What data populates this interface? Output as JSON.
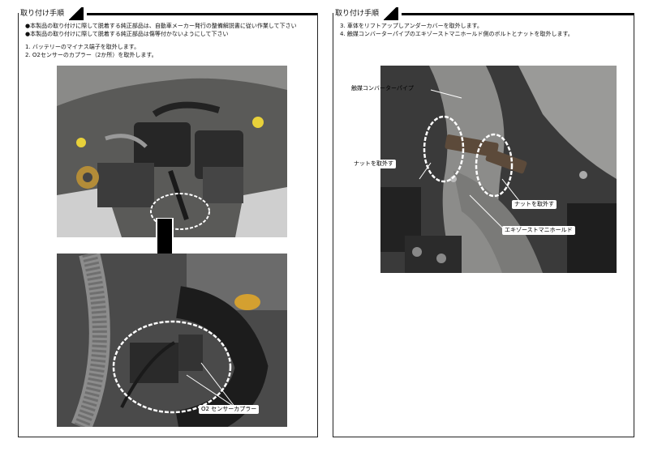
{
  "left_page": {
    "section_title": "取り付け手順",
    "notes": [
      "●本製品の取り付けに際して脱着する純正部品は、自動車メーカー発行の整備解説書に従い作業して下さい",
      "●本製品の取り付けに際して脱着する純正部品は傷等付かないようにして下さい"
    ],
    "steps": [
      "1. バッテリーのマイナス端子を取外します。",
      "2. O2センサーのカプラー（2か所）を取外します。"
    ],
    "photo_bottom_callout": "O2 センサーカプラー"
  },
  "right_page": {
    "section_title": "取り付け手順",
    "steps": [
      "3. 車体をリフトアップしアンダーカバーを取外します。",
      "4. 触媒コンバーターパイプのエキゾーストマニホールド側のボルトとナットを取外します。"
    ],
    "callouts": {
      "catalyst_pipe": "触媒コンバーターパイプ",
      "nut_left": "ナットを取外す",
      "nut_right": "ナットを取外す",
      "exhaust_manifold": "エキゾーストマニホールド"
    }
  }
}
